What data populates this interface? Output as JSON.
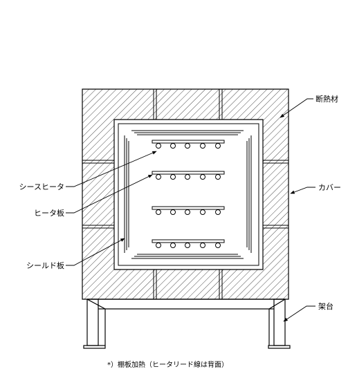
{
  "labels": {
    "insulation": "断熱材",
    "cover": "カバー",
    "sheath_heater": "シースヒータ",
    "heater_plate": "ヒータ板",
    "shield_plate": "シールド板",
    "frame": "架台"
  },
  "caption": "*）棚板加熱（ヒータリード線は背面）"
}
